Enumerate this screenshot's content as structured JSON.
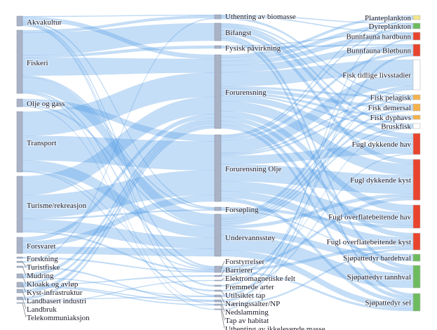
{
  "chart_data": {
    "type": "sankey",
    "columns": [
      [
        "Akvakultur",
        "Fiskeri",
        "Olje og gass",
        "Transport",
        "Turisme/rekreasjon",
        "Forsvaret",
        "Forskning",
        "Turistfiske",
        "Mudring",
        "Kloakk og avløp",
        "Kyst-infrastruktur",
        "Landbasert industri",
        "Landbruk",
        "Telekommuniaksjon"
      ],
      [
        "Uthenting av biomasse",
        "Bifangst",
        "Fysisk påvirkning",
        "Forurensning",
        "Forurensning Olje",
        "Forsøpling",
        "Undervannsstøy",
        "Forstyrrelser",
        "Barrierer",
        "Elektromagnetiske felt",
        "Fremmede arter",
        "Utilsiktet tap",
        "Næringssalter/NP",
        "Nedslamming",
        "Tap av habitat",
        "Uthenting av ikkelevende masse"
      ],
      [
        "Planteplankton",
        "Dyreplankton",
        "Bunnfauna hardbunn",
        "Bunnfauna Bløtbunn",
        "Fisk tidlige livsstadier",
        "Fisk pelagisk",
        "Fisk demersal",
        "Fisk dyphavs",
        "Bruskfisk",
        "Fugl dykkende hav",
        "Fugl dykkende kyst",
        "Fugl overflatebeitende hav",
        "Fugl overflatebeitende kyst",
        "Sjøpattedyr bardehval",
        "Sjøpattedyr tannhval",
        "Sjøpattedyr sel"
      ]
    ],
    "node_colors": {
      "pressure": "#aab3c6",
      "Planteplankton": "#f5e58a",
      "Dyreplankton": "#6dbb5e",
      "Bunnfauna hardbunn": "#e8442e",
      "Bunnfauna Bløtbunn": "#e8442e",
      "Fisk tidlige livsstadier": "#ffffff",
      "Fisk pelagisk": "#f5b24a",
      "Fisk demersal": "#f5b24a",
      "Fisk dyphavs": "#f5b24a",
      "Bruskfisk": "#ffffff",
      "Fugl dykkende hav": "#e8442e",
      "Fugl dykkende kyst": "#e8442e",
      "Fugl overflatebeitende hav": "#e8442e",
      "Fugl overflatebeitende kyst": "#e8442e",
      "Sjøpattedyr bardehval": "#6dbb5e",
      "Sjøpattedyr tannhval": "#6dbb5e",
      "Sjøpattedyr sel": "#6dbb5e"
    },
    "link_color": "#4f9ae6",
    "links": [
      [
        "Akvakultur",
        "Uthenting av biomasse",
        1
      ],
      [
        "Akvakultur",
        "Forurensning",
        6
      ],
      [
        "Akvakultur",
        "Forsøpling",
        2
      ],
      [
        "Akvakultur",
        "Forstyrrelser",
        2
      ],
      [
        "Akvakultur",
        "Fremmede arter",
        1
      ],
      [
        "Akvakultur",
        "Næringssalter/NP",
        2
      ],
      [
        "Fiskeri",
        "Uthenting av biomasse",
        3
      ],
      [
        "Fiskeri",
        "Bifangst",
        25
      ],
      [
        "Fiskeri",
        "Fysisk påvirkning",
        3
      ],
      [
        "Fiskeri",
        "Forurensning",
        20
      ],
      [
        "Fiskeri",
        "Undervannsstøy",
        15
      ],
      [
        "Fiskeri",
        "Forsøpling",
        2
      ],
      [
        "Fiskeri",
        "Forstyrrelser",
        2
      ],
      [
        "Fiskeri",
        "Tap av habitat",
        1
      ],
      [
        "Olje og gass",
        "Forurensning Olje",
        8
      ],
      [
        "Olje og gass",
        "Undervannsstøy",
        2
      ],
      [
        "Olje og gass",
        "Uthenting av ikkelevende masse",
        1
      ],
      [
        "Transport",
        "Forurensning",
        35
      ],
      [
        "Transport",
        "Forurensning Olje",
        35
      ],
      [
        "Transport",
        "Undervannsstøy",
        15
      ],
      [
        "Transport",
        "Forstyrrelser",
        1
      ],
      [
        "Transport",
        "Utilsiktet tap",
        1
      ],
      [
        "Turisme/rekreasjon",
        "Forurensning",
        25
      ],
      [
        "Turisme/rekreasjon",
        "Forurensning Olje",
        30
      ],
      [
        "Turisme/rekreasjon",
        "Forsøpling",
        2
      ],
      [
        "Turisme/rekreasjon",
        "Undervannsstøy",
        15
      ],
      [
        "Turisme/rekreasjon",
        "Forstyrrelser",
        2
      ],
      [
        "Forsvaret",
        "Forurensning",
        6
      ],
      [
        "Forsvaret",
        "Forurensning Olje",
        8
      ],
      [
        "Forsvaret",
        "Undervannsstøy",
        10
      ],
      [
        "Forskning",
        "Forstyrrelser",
        1
      ],
      [
        "Turistfiske",
        "Uthenting av biomasse",
        1
      ],
      [
        "Mudring",
        "Nedslamming",
        1
      ],
      [
        "Kloakk og avløp",
        "Forurensning",
        4
      ],
      [
        "Kloakk og avløp",
        "Næringssalter/NP",
        1
      ],
      [
        "Kyst-infrastruktur",
        "Barrierer",
        1
      ],
      [
        "Kyst-infrastruktur",
        "Forurensning",
        3
      ],
      [
        "Kyst-infrastruktur",
        "Nedslamming",
        1
      ],
      [
        "Kyst-infrastruktur",
        "Tap av habitat",
        2
      ],
      [
        "Landbasert industri",
        "Forurensning",
        5
      ],
      [
        "Landbruk",
        "Forurensning",
        3
      ],
      [
        "Landbruk",
        "Næringssalter/NP",
        1
      ],
      [
        "Telekommuniaksjon",
        "Elektromagnetiske felt",
        1
      ],
      [
        "Uthenting av biomasse",
        "Fisk pelagisk",
        2
      ],
      [
        "Uthenting av biomasse",
        "Dyreplankton",
        1
      ],
      [
        "Uthenting av biomasse",
        "Bunnfauna hardbunn",
        1
      ],
      [
        "Bifangst",
        "Fugl dykkende hav",
        6
      ],
      [
        "Bifangst",
        "Fugl dykkende kyst",
        6
      ],
      [
        "Bifangst",
        "Sjøpattedyr tannhval",
        5
      ],
      [
        "Bifangst",
        "Sjøpattedyr sel",
        4
      ],
      [
        "Bifangst",
        "Bruskfisk",
        3
      ],
      [
        "Bifangst",
        "Fisk demersal",
        2
      ],
      [
        "Fysisk påvirkning",
        "Bunnfauna Bløtbunn",
        2
      ],
      [
        "Fysisk påvirkning",
        "Bunnfauna hardbunn",
        1
      ],
      [
        "Forurensning",
        "Planteplankton",
        4
      ],
      [
        "Forurensning",
        "Dyreplankton",
        5
      ],
      [
        "Forurensning",
        "Bunnfauna hardbunn",
        6
      ],
      [
        "Forurensning",
        "Bunnfauna Bløtbunn",
        10
      ],
      [
        "Forurensning",
        "Fisk tidlige livsstadier",
        20
      ],
      [
        "Forurensning",
        "Fisk pelagisk",
        3
      ],
      [
        "Forurensning",
        "Fisk demersal",
        5
      ],
      [
        "Forurensning",
        "Fisk dyphavs",
        3
      ],
      [
        "Forurensning",
        "Bruskfisk",
        2
      ],
      [
        "Forurensning",
        "Fugl dykkende hav",
        8
      ],
      [
        "Forurensning",
        "Fugl dykkende kyst",
        14
      ],
      [
        "Forurensning",
        "Fugl overflatebeitende hav",
        8
      ],
      [
        "Forurensning",
        "Fugl overflatebeitende kyst",
        6
      ],
      [
        "Forurensning",
        "Sjøpattedyr tannhval",
        6
      ],
      [
        "Forurensning",
        "Sjøpattedyr sel",
        5
      ],
      [
        "Forurensning Olje",
        "Planteplankton",
        2
      ],
      [
        "Forurensning Olje",
        "Dyreplankton",
        2
      ],
      [
        "Forurensning Olje",
        "Bunnfauna Bløtbunn",
        4
      ],
      [
        "Forurensning Olje",
        "Fisk tidlige livsstadier",
        18
      ],
      [
        "Forurensning Olje",
        "Fisk pelagisk",
        2
      ],
      [
        "Forurensning Olje",
        "Fisk demersal",
        2
      ],
      [
        "Forurensning Olje",
        "Fugl dykkende hav",
        12
      ],
      [
        "Forurensning Olje",
        "Fugl dykkende kyst",
        24
      ],
      [
        "Forurensning Olje",
        "Fugl overflatebeitende hav",
        14
      ],
      [
        "Forurensning Olje",
        "Fugl overflatebeitende kyst",
        10
      ],
      [
        "Forurensning Olje",
        "Sjøpattedyr sel",
        5
      ],
      [
        "Forsøpling",
        "Fugl overflatebeitende hav",
        3
      ],
      [
        "Forsøpling",
        "Sjøpattedyr bardehval",
        1
      ],
      [
        "Undervannsstøy",
        "Fisk tidlige livsstadier",
        5
      ],
      [
        "Undervannsstøy",
        "Fisk pelagisk",
        2
      ],
      [
        "Undervannsstøy",
        "Fisk demersal",
        3
      ],
      [
        "Undervannsstøy",
        "Fisk dyphavs",
        3
      ],
      [
        "Undervannsstøy",
        "Bruskfisk",
        2
      ],
      [
        "Undervannsstøy",
        "Fugl dykkende kyst",
        4
      ],
      [
        "Undervannsstøy",
        "Sjøpattedyr bardehval",
        8
      ],
      [
        "Undervannsstøy",
        "Sjøpattedyr tannhval",
        20
      ],
      [
        "Undervannsstøy",
        "Sjøpattedyr sel",
        8
      ],
      [
        "Forstyrrelser",
        "Fugl dykkende kyst",
        4
      ],
      [
        "Forstyrrelser",
        "Fugl overflatebeitende kyst",
        4
      ],
      [
        "Forstyrrelser",
        "Sjøpattedyr sel",
        3
      ],
      [
        "Barrierer",
        "Fisk tidlige livsstadier",
        1
      ],
      [
        "Elektromagnetiske felt",
        "Bruskfisk",
        1
      ],
      [
        "Fremmede arter",
        "Bunnfauna hardbunn",
        2
      ],
      [
        "Utilsiktet tap",
        "Fugl dykkende hav",
        1
      ],
      [
        "Næringssalter/NP",
        "Planteplankton",
        2
      ],
      [
        "Nedslamming",
        "Bunnfauna Bløtbunn",
        2
      ],
      [
        "Tap av habitat",
        "Fugl overflatebeitende kyst",
        2
      ],
      [
        "Uthenting av ikkelevende masse",
        "Bunnfauna Bløtbunn",
        1
      ]
    ]
  }
}
